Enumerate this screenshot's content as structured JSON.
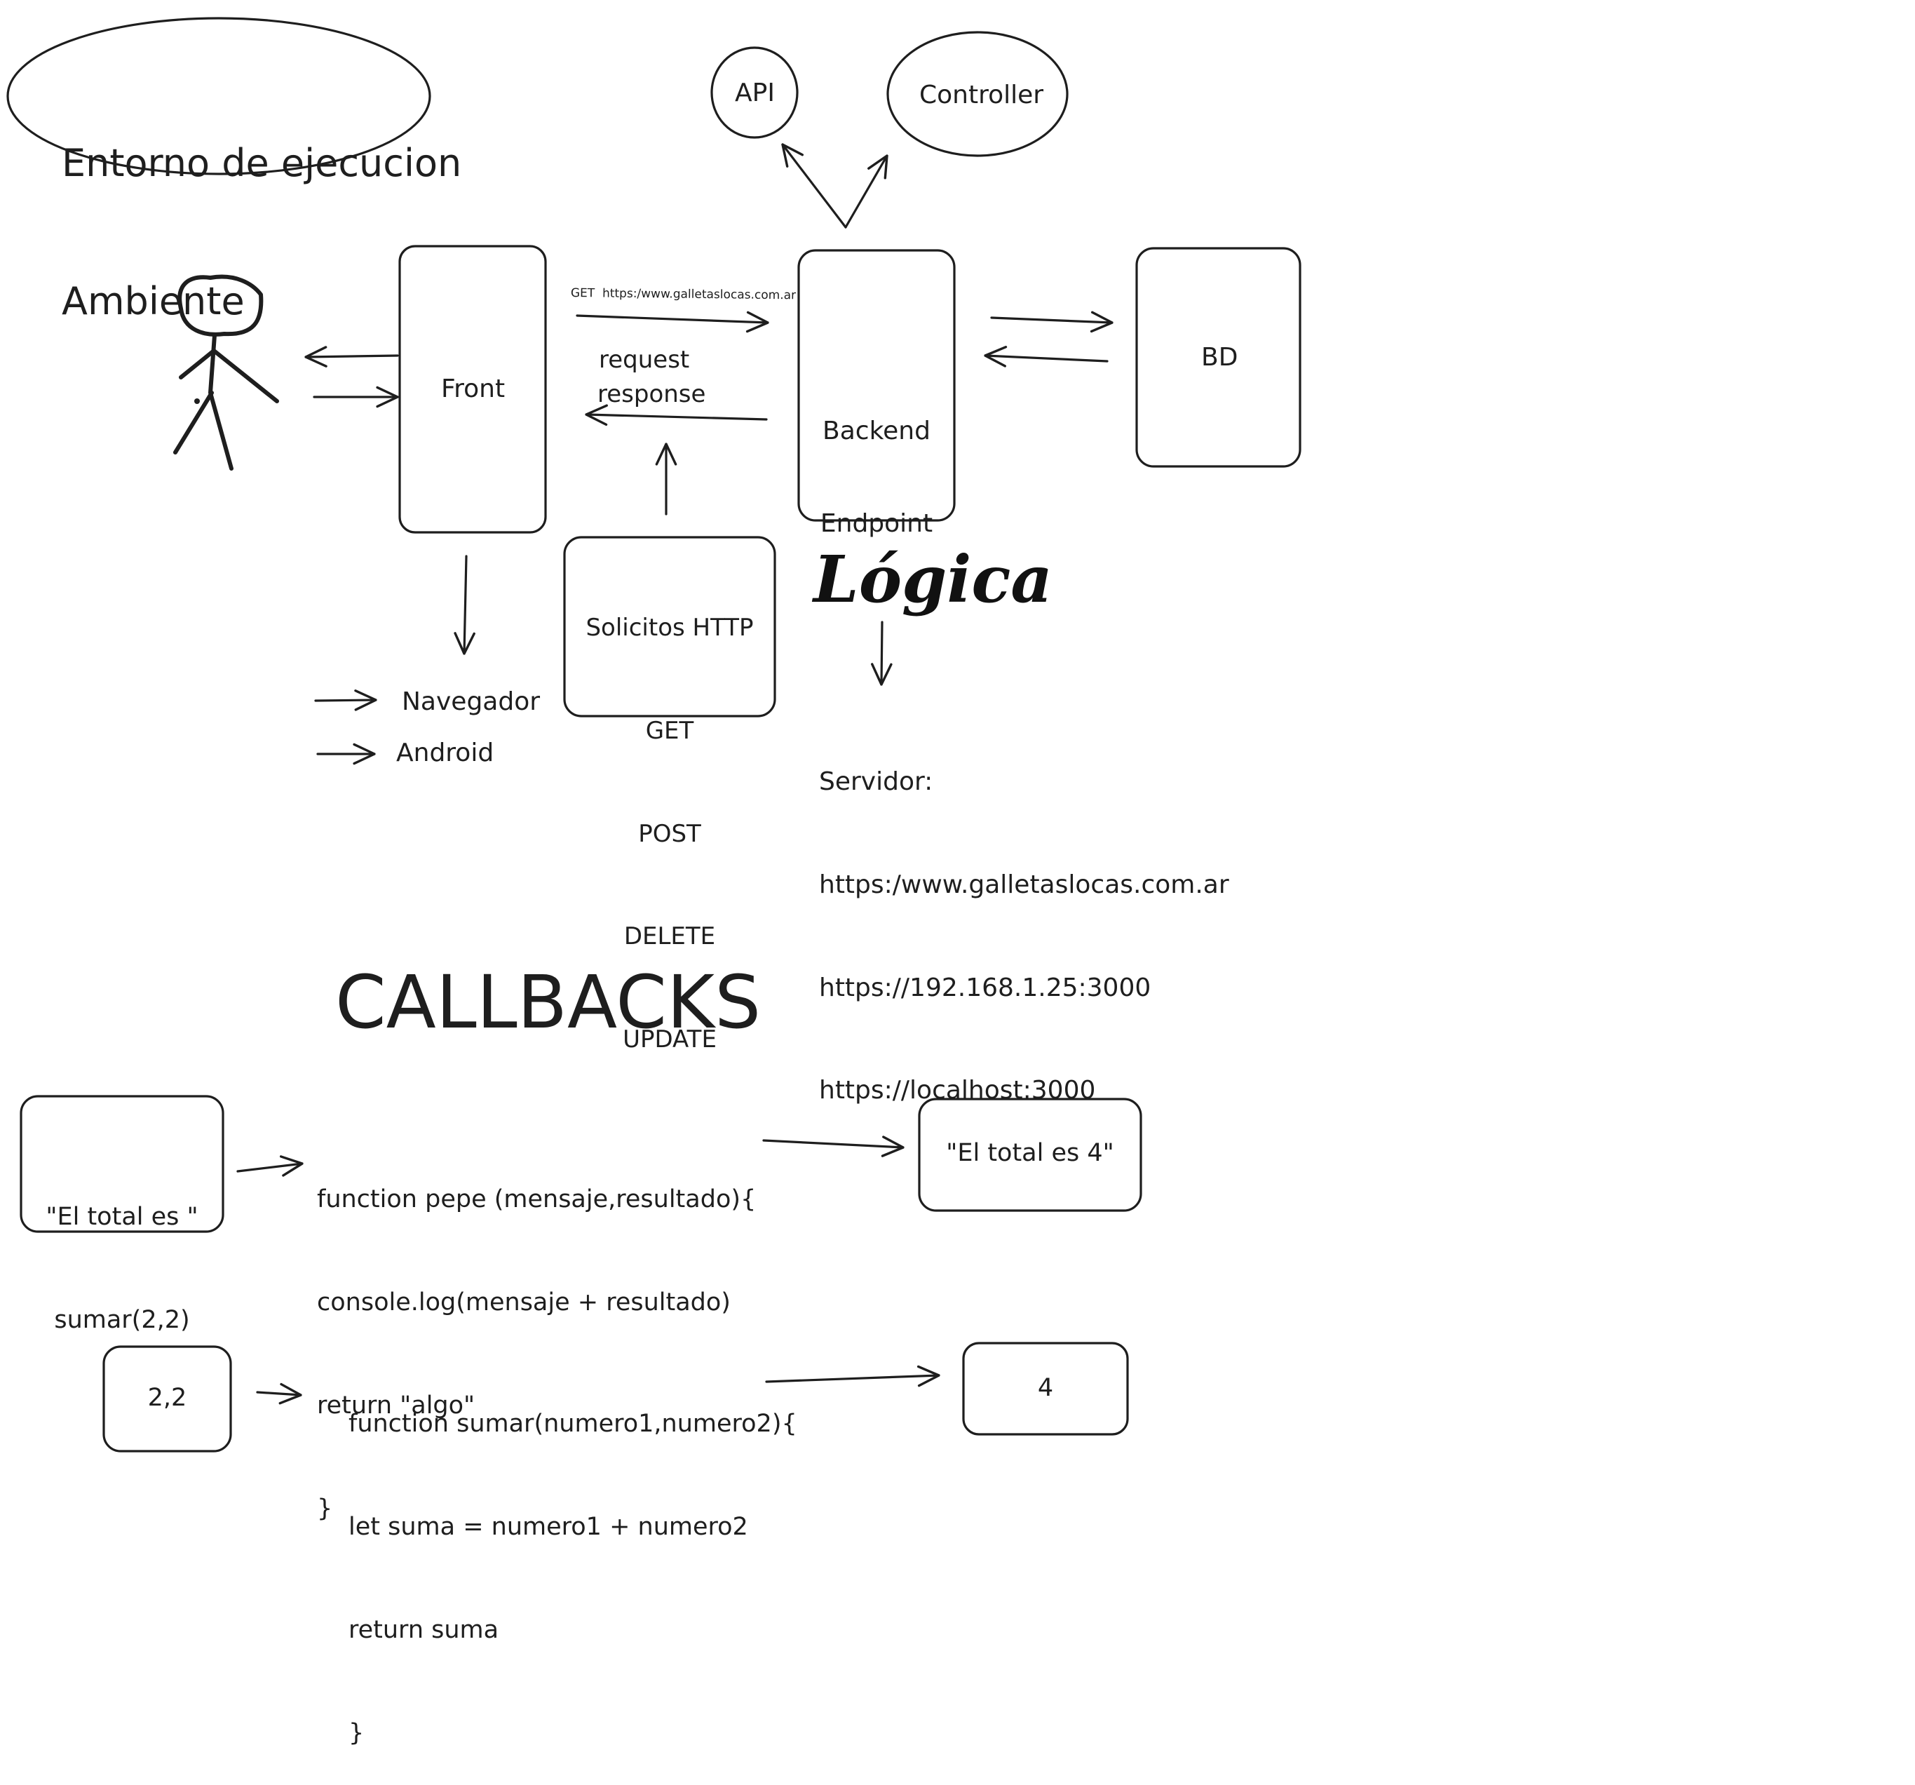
{
  "colors": {
    "stroke": "#1e1e1e",
    "background": "#ffffff"
  },
  "ellipse_label": {
    "line1": "Entorno de ejecucion",
    "line2": "Ambiente"
  },
  "api_label": "API",
  "controller_label": "Controller",
  "front_label": "Front",
  "backend_label": {
    "line1": "Backend",
    "line2": "Endpoint"
  },
  "bd_label": "BD",
  "get_url_label": "GET  https:/www.galletaslocas.com.ar",
  "request_label": "request",
  "response_label": "response",
  "http_methods": {
    "title": "Solicitos HTTP",
    "items": [
      "GET",
      "POST",
      "DELETE",
      "UPDATE"
    ]
  },
  "logica_label": "Lógica",
  "servidor": {
    "title": "Servidor:",
    "urls": [
      "https:/www.galletaslocas.com.ar",
      "https://192.168.1.25:3000",
      "https://localhost:3000"
    ]
  },
  "clients": [
    "Navegador",
    "Android"
  ],
  "callbacks_title": "CALLBACKS",
  "example1": {
    "input": {
      "line1": "\"El total es \"",
      "line2": "sumar(2,2)"
    },
    "code": [
      "function pepe (mensaje,resultado){",
      "console.log(mensaje + resultado)",
      "return \"algo\"",
      "}"
    ],
    "output": "\"El total es 4\""
  },
  "example2": {
    "input": "2,2",
    "code": [
      "function sumar(numero1,numero2){",
      "let suma = numero1 + numero2",
      "return suma",
      "}"
    ],
    "output": "4"
  },
  "icons": [
    "stick-figure-icon"
  ]
}
